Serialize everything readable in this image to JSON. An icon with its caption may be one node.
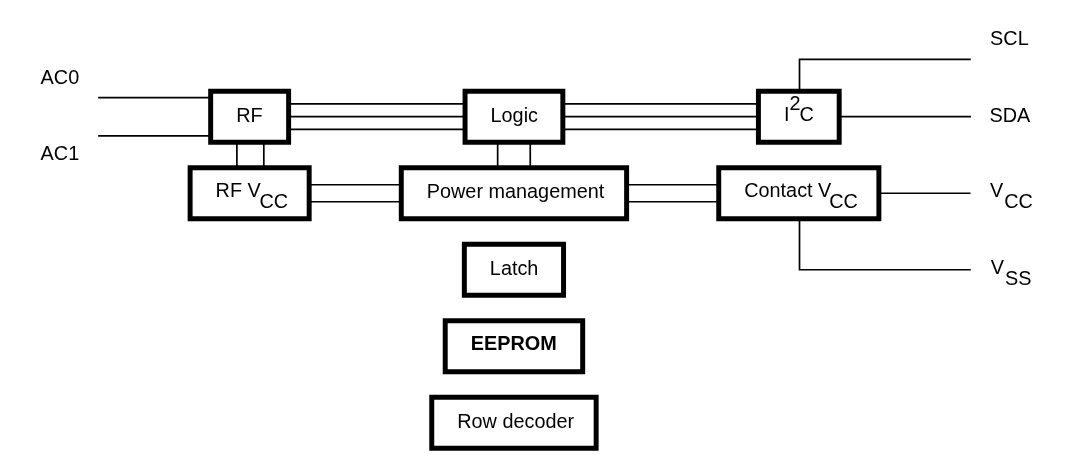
{
  "diagram": {
    "nodes": [
      {
        "text": [
          "Row decoder"
        ]
      },
      {
        "text": [
          "EEPROM"
        ]
      },
      {
        "text": [
          "Latch"
        ]
      },
      {
        "text": [
          "Logic"
        ]
      },
      {
        "text": [
          "RF"
        ]
      },
      {
        "text": [
          "RF V$_{CC}$"
        ]
      },
      {
        "text": [
          "Power management"
        ]
      },
      {
        "text": [
          "I$^{2}$C"
        ]
      },
      {
        "text": [
          "Contact V$_{CC}$"
        ]
      },
      {
        "text": [
          "AC0"
        ]
      },
      {
        "text": [
          "AC1"
        ]
      },
      {
        "text": [
          "SCL"
        ]
      },
      {
        "text": [
          "SDA"
        ]
      },
      {
        "text": [
          "V$_{CC}$"
        ]
      },
      {
        "text": [
          "V$_{SS}$"
        ]
      }
    ],
    "edges": [
      {
        "from": 9,
        "to": 4,
        "arrow": "none"
      },
      {
        "from": 10,
        "to": 4,
        "arrow": "none"
      },
      {
        "from": 4,
        "to": 3,
        "arrow": "none"
      },
      {
        "from": 4,
        "to": 3,
        "arrow": "none"
      },
      {
        "from": 4,
        "to": 3,
        "arrow": "none"
      },
      {
        "from": 4,
        "to": 5,
        "arrow": "none"
      },
      {
        "from": 4,
        "to": 5,
        "arrow": "none"
      },
      {
        "from": 3,
        "to": 6,
        "arrow": "none"
      },
      {
        "from": 3,
        "to": 6,
        "arrow": "none"
      },
      {
        "from": 3,
        "to": 7,
        "arrow": "none"
      },
      {
        "from": 3,
        "to": 7,
        "arrow": "none"
      },
      {
        "from": 3,
        "to": 7,
        "arrow": "none"
      },
      {
        "from": 5,
        "to": 6,
        "arrow": "none"
      },
      {
        "from": 5,
        "to": 6,
        "arrow": "none"
      },
      {
        "from": 6,
        "to": 8,
        "arrow": "none"
      },
      {
        "from": 6,
        "to": 8,
        "arrow": "none"
      },
      {
        "from": 7,
        "to": 11,
        "arrow": "none"
      },
      {
        "from": 7,
        "to": 12,
        "arrow": "none"
      },
      {
        "from": 8,
        "to": 13,
        "arrow": "none"
      },
      {
        "from": 8,
        "to": 14,
        "arrow": "none"
      }
    ]
  }
}
